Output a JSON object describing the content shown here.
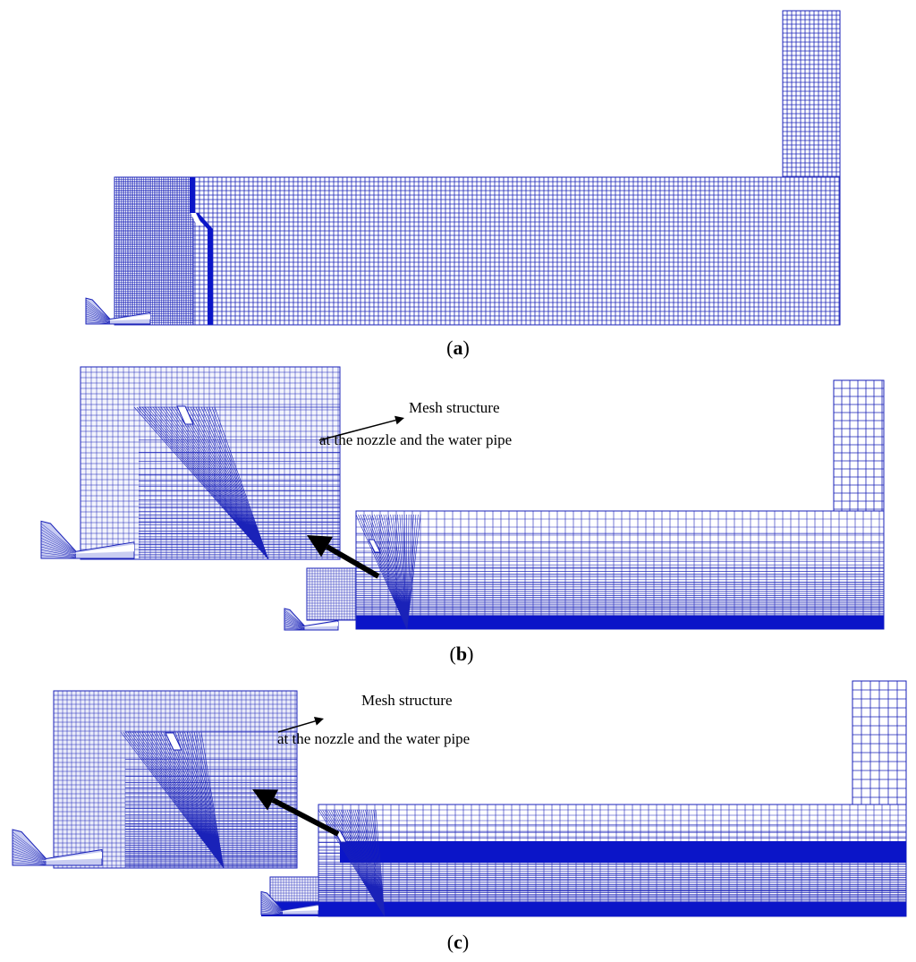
{
  "colors": {
    "mesh": "#1a22b8",
    "mesh_dense": "#0b15c8",
    "arrow": "#000000",
    "background": "#ffffff"
  },
  "panels": [
    {
      "caption_open": "(",
      "caption_letter": "a",
      "caption_close": ")"
    },
    {
      "caption_open": "(",
      "caption_letter": "b",
      "caption_close": ")",
      "annotation_line1": "Mesh structure",
      "annotation_line2": "at the nozzle and the water pipe"
    },
    {
      "caption_open": "(",
      "caption_letter": "c",
      "caption_close": ")",
      "annotation_line1": "Mesh structure",
      "annotation_line2": "at the nozzle and the water pipe"
    }
  ]
}
